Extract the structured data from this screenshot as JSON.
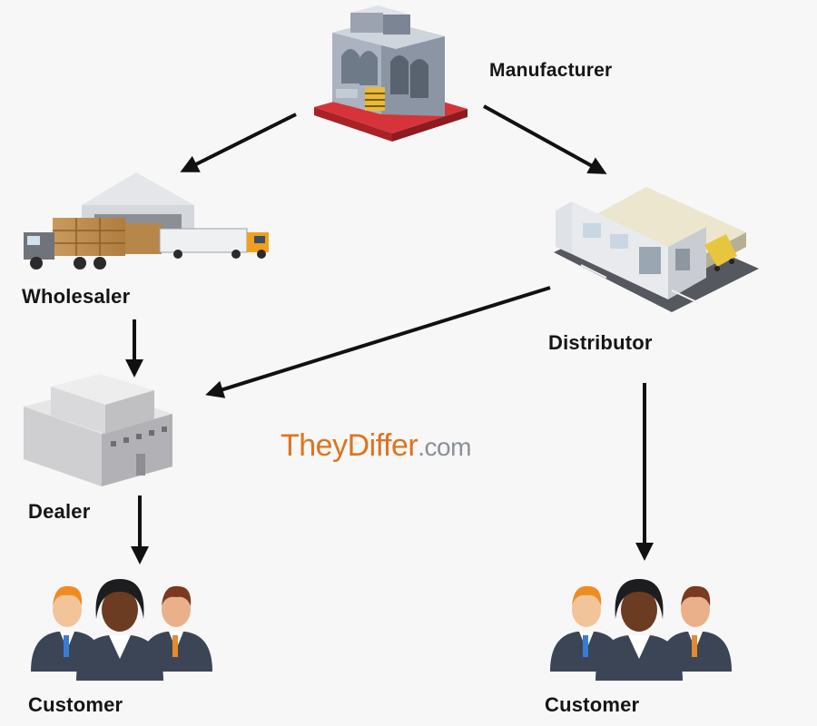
{
  "nodes": {
    "manufacturer": {
      "label": "Manufacturer",
      "icon": "factory-icon"
    },
    "wholesaler": {
      "label": "Wholesaler",
      "icon": "warehouse-truck-icon"
    },
    "distributor": {
      "label": "Distributor",
      "icon": "distribution-center-icon"
    },
    "dealer": {
      "label": "Dealer",
      "icon": "dealer-building-icon"
    },
    "customer_left": {
      "label": "Customer",
      "icon": "customer-group-icon"
    },
    "customer_right": {
      "label": "Customer",
      "icon": "customer-group-icon"
    }
  },
  "edges": [
    {
      "from": "manufacturer",
      "to": "wholesaler"
    },
    {
      "from": "manufacturer",
      "to": "distributor"
    },
    {
      "from": "wholesaler",
      "to": "dealer"
    },
    {
      "from": "distributor",
      "to": "dealer"
    },
    {
      "from": "dealer",
      "to": "customer_left"
    },
    {
      "from": "distributor",
      "to": "customer_right"
    }
  ],
  "watermark": {
    "brand": "TheyDiffer",
    "tld": ".com"
  },
  "colors": {
    "background": "#f7f7f7",
    "arrow": "#111111",
    "brand_orange": "#e0731e",
    "brand_grey": "#8a8f99",
    "factory_red": "#d6343a",
    "suit_navy": "#3b4556"
  }
}
